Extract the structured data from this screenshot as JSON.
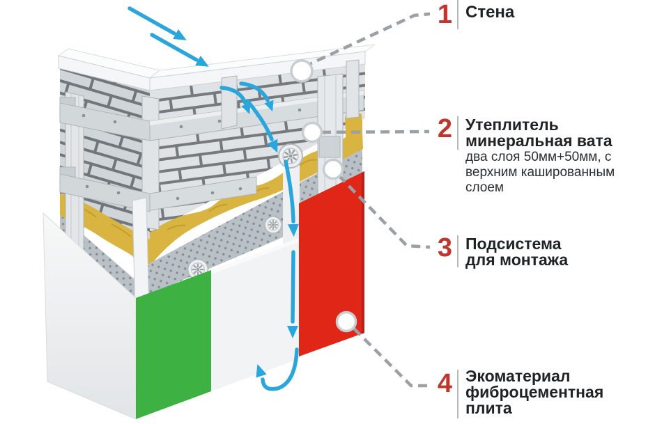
{
  "diagram": {
    "subject": "ventilated-facade-wall-cutaway",
    "callouts": [
      {
        "number": "1",
        "title_lines": [
          "Стена"
        ],
        "description_lines": []
      },
      {
        "number": "2",
        "title_lines": [
          "Утеплитель",
          "минеральная вата"
        ],
        "description_lines": [
          "два слоя 50мм+50мм, с",
          "верхним кашированным",
          "слоем"
        ]
      },
      {
        "number": "3",
        "title_lines": [
          "Подсистема",
          "для монтажа"
        ],
        "description_lines": []
      },
      {
        "number": "4",
        "title_lines": [
          "Экоматериал",
          "фиброцементная",
          "плита"
        ],
        "description_lines": []
      }
    ],
    "colors": {
      "callout_number": "#c0362c",
      "text": "#1f2326",
      "connector": "#9aa0a6",
      "arrow_blue": "#2ba6dc",
      "insulation_yellow": "#d9b441",
      "membrane_grey": "#b9c0c6",
      "brick_grey": "#dfe3e6",
      "ledge_white": "#f5f6f7",
      "metal_grey": "#d6dadd",
      "panel_green": "#3db142",
      "panel_white": "#f2f3f4",
      "panel_red": "#e02717",
      "marker_ring": "#c8cdd1"
    }
  }
}
